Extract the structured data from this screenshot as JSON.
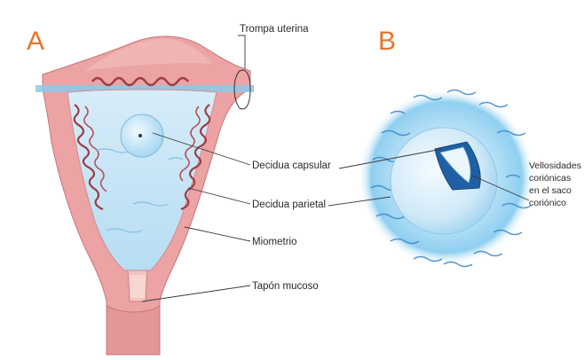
{
  "panels": {
    "a": {
      "letter": "A"
    },
    "b": {
      "letter": "B"
    }
  },
  "labels": {
    "trompa": "Trompa uterina",
    "decidua_capsular": "Decidua capsular",
    "decidua_parietal": "Decidua parietal",
    "miometrio": "Miometrio",
    "tapon": "Tapón mucoso",
    "vellosidades": [
      "Vellosidades",
      "coriónicas",
      "en el saco",
      "coriónico"
    ]
  },
  "colors": {
    "accent_letter": "#e8742a",
    "myometrium": "#eba3a4",
    "myometrium_dark": "#d97c80",
    "cavity": "#cfe6f5",
    "sac": "#bcdff4",
    "glow": "#7cc5ee",
    "villi": "#2d6fb5"
  }
}
